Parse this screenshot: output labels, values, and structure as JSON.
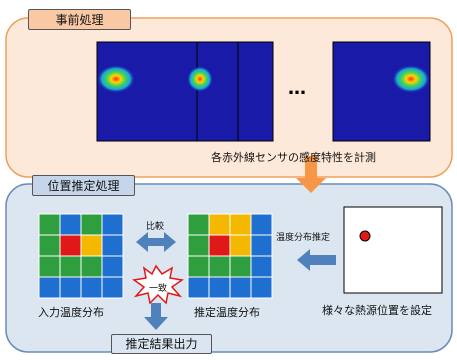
{
  "sections": {
    "preprocess_title": "事前処理",
    "estimation_title": "位置推定処理"
  },
  "preprocess": {
    "ellipsis": "…",
    "caption": "各赤外線センサの感度特性を計測"
  },
  "estimation": {
    "compare_label": "比較",
    "match_label": "一致",
    "temp_dist_estimate_label": "温度分布推定",
    "input_grid_label": "入力温度分布",
    "estimated_grid_label": "推定温度分布",
    "heat_source_label": "様々な熱源位置を設定",
    "result_label": "推定結果出力"
  },
  "grids": {
    "input": [
      [
        "#2e9e3e",
        "#1e6fd0",
        "#2e9e3e",
        "#1e6fd0"
      ],
      [
        "#2e9e3e",
        "#e01818",
        "#f5b800",
        "#1e6fd0"
      ],
      [
        "#2e9e3e",
        "#2e9e3e",
        "#2e9e3e",
        "#1e6fd0"
      ],
      [
        "#1e6fd0",
        "#1e6fd0",
        "#1e6fd0",
        "#1e6fd0"
      ]
    ],
    "estimated": [
      [
        "#2e9e3e",
        "#f5b800",
        "#f5b800",
        "#1e6fd0"
      ],
      [
        "#2e9e3e",
        "#e01818",
        "#f5b800",
        "#1e6fd0"
      ],
      [
        "#2e9e3e",
        "#2e9e3e",
        "#2e9e3e",
        "#1e6fd0"
      ],
      [
        "#1e6fd0",
        "#1e6fd0",
        "#1e6fd0",
        "#1e6fd0"
      ]
    ]
  },
  "colors": {
    "preprocess_panel_fill": "#fde9d9",
    "preprocess_panel_stroke": "#f2a15c",
    "preprocess_label_fill": "#f8c9a4",
    "estimation_panel_fill": "#dce6f1",
    "estimation_panel_stroke": "#6a8bb5",
    "estimation_label_fill": "#c5d5ea",
    "result_label_fill": "#dbe5f1",
    "heatmap_bg": "#1a1aa8",
    "arrow_blue": "#4f81bd",
    "arrow_orange": "#f79646",
    "heat_dot": "#e01818"
  }
}
